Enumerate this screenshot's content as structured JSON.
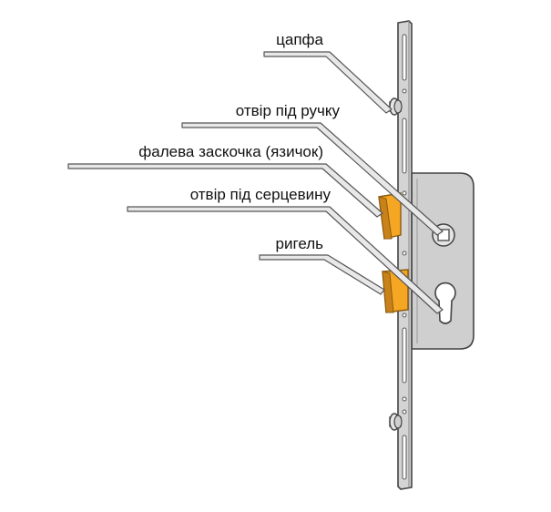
{
  "labels": {
    "tsapfa": "цапфа",
    "handle_hole": "отвір під ручку",
    "latch": "фалева заскочка (язичок)",
    "cylinder_hole": "отвір під серцевину",
    "bolt": "ригель"
  },
  "colors": {
    "metal": "#c9c9c9",
    "outline": "#444444",
    "brass": "#f5a623",
    "brass_dark": "#c9821a",
    "leader": "#555555",
    "leader_fill": "#e8e8e8"
  }
}
